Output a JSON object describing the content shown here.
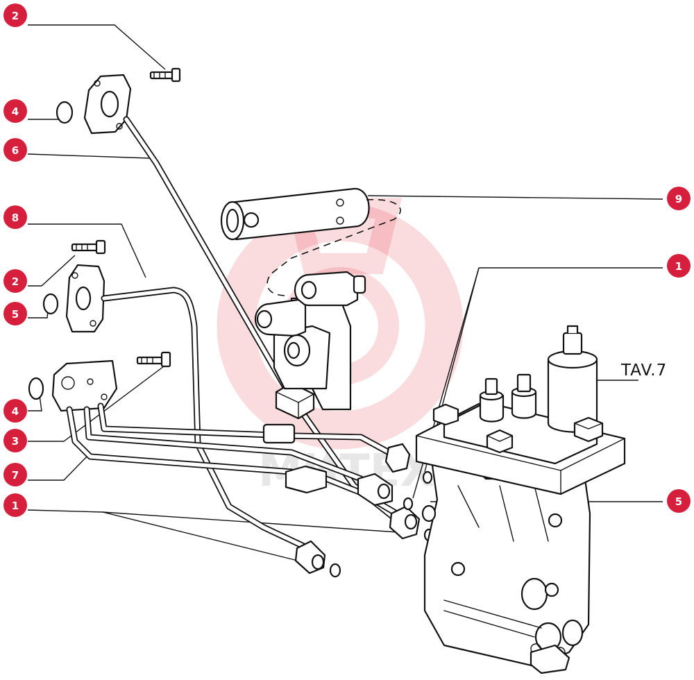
{
  "diagram": {
    "sheet_label": "TAV.7",
    "watermark_text": "МИТЕХ",
    "callout_color": "#d61f3c",
    "callouts": [
      {
        "id": "c-2-top",
        "number": "2"
      },
      {
        "id": "c-4-top",
        "number": "4"
      },
      {
        "id": "c-6",
        "number": "6"
      },
      {
        "id": "c-8",
        "number": "8"
      },
      {
        "id": "c-2-mid",
        "number": "2"
      },
      {
        "id": "c-5-left",
        "number": "5"
      },
      {
        "id": "c-4-bottom",
        "number": "4"
      },
      {
        "id": "c-3",
        "number": "3"
      },
      {
        "id": "c-7",
        "number": "7"
      },
      {
        "id": "c-1-left",
        "number": "1"
      },
      {
        "id": "c-9",
        "number": "9"
      },
      {
        "id": "c-1-right",
        "number": "1"
      },
      {
        "id": "c-5-right",
        "number": "5"
      }
    ]
  }
}
